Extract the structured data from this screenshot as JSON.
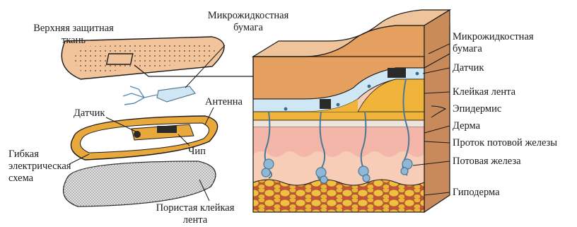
{
  "labels": {
    "top_fabric_1": "Верхняя защитная",
    "top_fabric_2": "ткань",
    "paper_left_1": "Микрожидкостная",
    "paper_left_2": "бумага",
    "sensor_left": "Датчик",
    "antenna": "Антенна",
    "flex_1": "Гибкая",
    "flex_2": "электрическая",
    "flex_3": "схема",
    "chip": "Чип",
    "porous_1": "Пористая клейкая",
    "porous_2": "лента",
    "paper_right_1": "Микрожидкостная",
    "paper_right_2": "бумага",
    "sensor_right": "Датчик",
    "adhesive": "Клейкая лента",
    "epidermis": "Эпидермис",
    "dermis": "Дерма",
    "duct": "Проток потовой железы",
    "gland": "Потовая железа",
    "hypodermis": "Гиподерма"
  },
  "colors": {
    "fabric": "#f2c49c",
    "paper": "#cfe6f4",
    "circuit": "#e8a83c",
    "sensor": "#2a2a2a",
    "epidermis_layer": "#efe3da",
    "adhesive_layer": "#f0b43a",
    "dermis_top": "#f3b6a8",
    "dermis_bottom": "#f7cdb8",
    "hypodermis": "#e8b050",
    "gland": "#8fb7d6"
  }
}
